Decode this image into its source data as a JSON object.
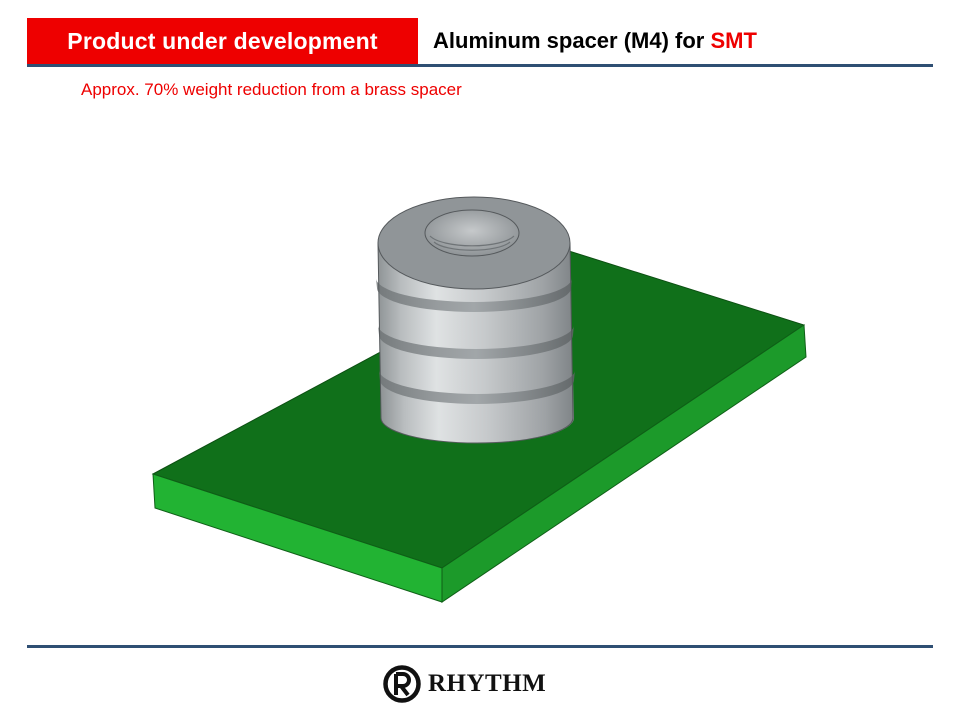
{
  "header": {
    "badge": "Product under development",
    "title_main": "Aluminum spacer (M4) for ",
    "title_accent": "SMT"
  },
  "subtitle": "Approx. 70% weight reduction from a brass spacer",
  "footer": {
    "logo_text": "RHYTHM"
  },
  "colors": {
    "accent_red": "#ee0000",
    "rule_blue": "#2f4f73",
    "board_green": "#14851c",
    "spacer_gray": "#a9aeb1"
  }
}
